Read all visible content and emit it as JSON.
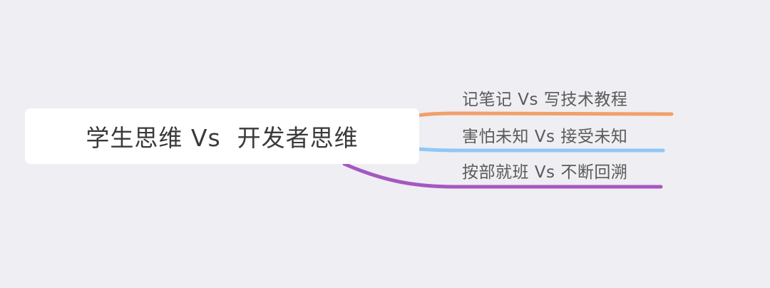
{
  "root": {
    "label": "学生思维 Vs  开发者思维"
  },
  "branches": [
    {
      "label": "记笔记 Vs 写技术教程",
      "color": "#f0a06a"
    },
    {
      "label": "害怕未知 Vs 接受未知",
      "color": "#8ec8f8"
    },
    {
      "label": "按部就班 Vs 不断回溯",
      "color": "#a458c2"
    }
  ]
}
